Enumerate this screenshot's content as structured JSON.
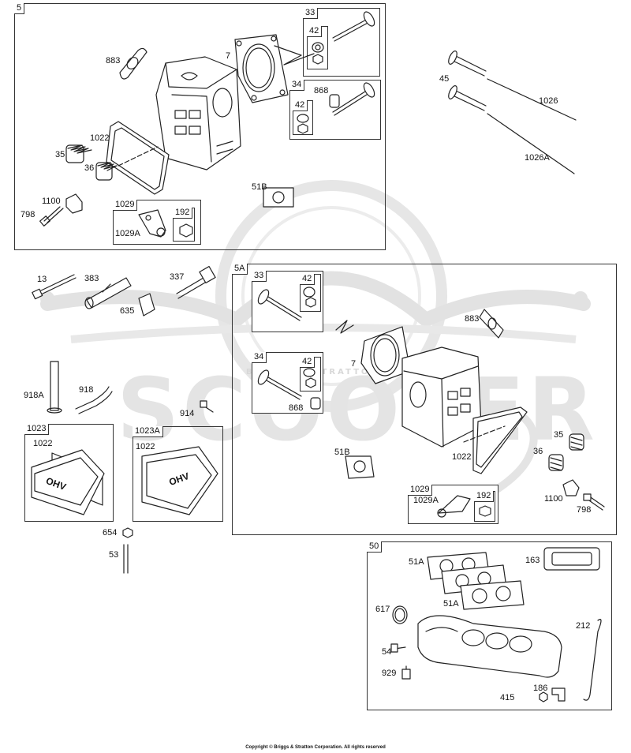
{
  "watermark": {
    "main": "SCOOTER",
    "ring": "BRIGGS & STRATTON"
  },
  "copyright": "Copyright © Briggs & Stratton Corporation. All rights reserved",
  "cover_text": "OHV",
  "boxes": {
    "b5": "5",
    "b33a": "33",
    "b42a": "42",
    "b34a": "34",
    "b42b": "42",
    "b1029a": "1029",
    "b192a": "192",
    "b5A": "5A",
    "b33b": "33",
    "b42c": "42",
    "b34b": "34",
    "b42d": "42",
    "b1029b": "1029",
    "b192b": "192",
    "b1023": "1023",
    "b1023A": "1023A",
    "b50": "50"
  },
  "labels": {
    "l883a": "883",
    "l7a": "7",
    "l868a": "868",
    "l1022a": "1022",
    "l35a": "35",
    "l36a": "36",
    "l1100a": "1100",
    "l798a": "798",
    "l1029Aa": "1029A",
    "l51Ba": "51B",
    "l45": "45",
    "l1026": "1026",
    "l1026A": "1026A",
    "l13": "13",
    "l383": "383",
    "l337": "337",
    "l635": "635",
    "l918A": "918A",
    "l918": "918",
    "l914": "914",
    "l1022b": "1022",
    "l1022c": "1022",
    "l654": "654",
    "l53": "53",
    "l883b": "883",
    "l7b": "7",
    "l868b": "868",
    "l51Bb": "51B",
    "l1022d": "1022",
    "l35b": "35",
    "l36b": "36",
    "l1100b": "1100",
    "l798b": "798",
    "l1029Ab": "1029A",
    "l51A1": "51A",
    "l51A2": "51A",
    "l163": "163",
    "l617": "617",
    "l212": "212",
    "l54": "54",
    "l929": "929",
    "l186": "186",
    "l415": "415"
  }
}
